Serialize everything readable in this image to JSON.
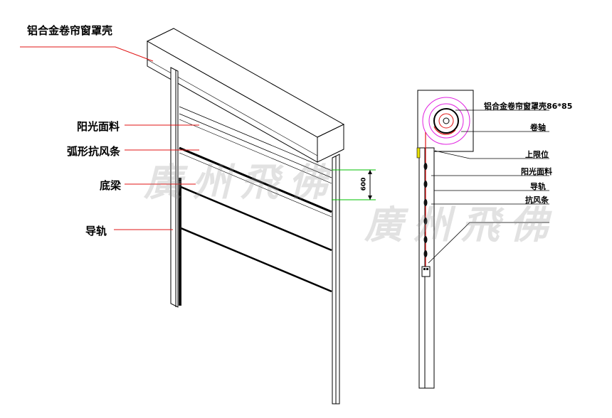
{
  "labels": {
    "shell": "铝合金卷帘窗罩壳",
    "fabric": "阳光面料",
    "windbar": "弧形抗风条",
    "bottom_beam": "底梁",
    "guide_rail": "导轨",
    "dimension": "600"
  },
  "side_labels": {
    "shell_size": "铝合金卷帘窗罩壳86*85",
    "reel_axis": "卷轴",
    "upper_limit": "上限位",
    "fabric": "阳光面料",
    "guide_rail": "导轨",
    "windbar": "抗风条"
  },
  "watermark": "廣州飛佛",
  "colors": {
    "leader": "#e01414",
    "line": "#000000",
    "circle": "#e020e0",
    "yellow": "#e8e000",
    "green": "#00c000"
  }
}
